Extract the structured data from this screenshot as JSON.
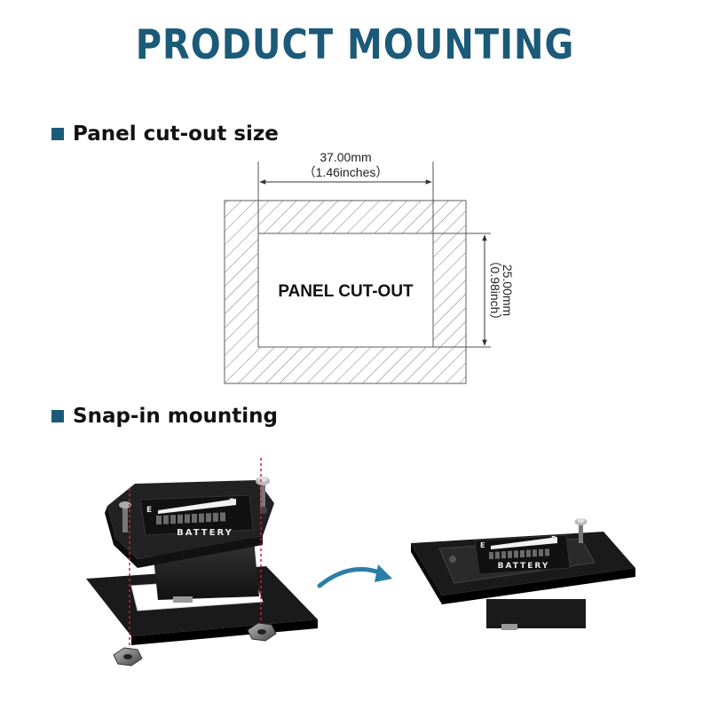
{
  "header": {
    "title": "PRODUCT MOUNTING"
  },
  "sections": [
    {
      "label": "Panel cut-out size"
    },
    {
      "label": "Snap-in mounting"
    }
  ],
  "cutout": {
    "width_mm": "37.00mm",
    "width_in": "（1.46inches）",
    "height_mm": "25.00mm",
    "height_in": "（0.98inch）",
    "center_label": "PANEL CUT-OUT"
  },
  "gauge": {
    "empty_label": "E",
    "full_label": "F",
    "name_label": "BATTERY"
  },
  "colors": {
    "accent": "#1b5a78",
    "arrow": "#2a7fa8",
    "guide": "#c0272d"
  }
}
